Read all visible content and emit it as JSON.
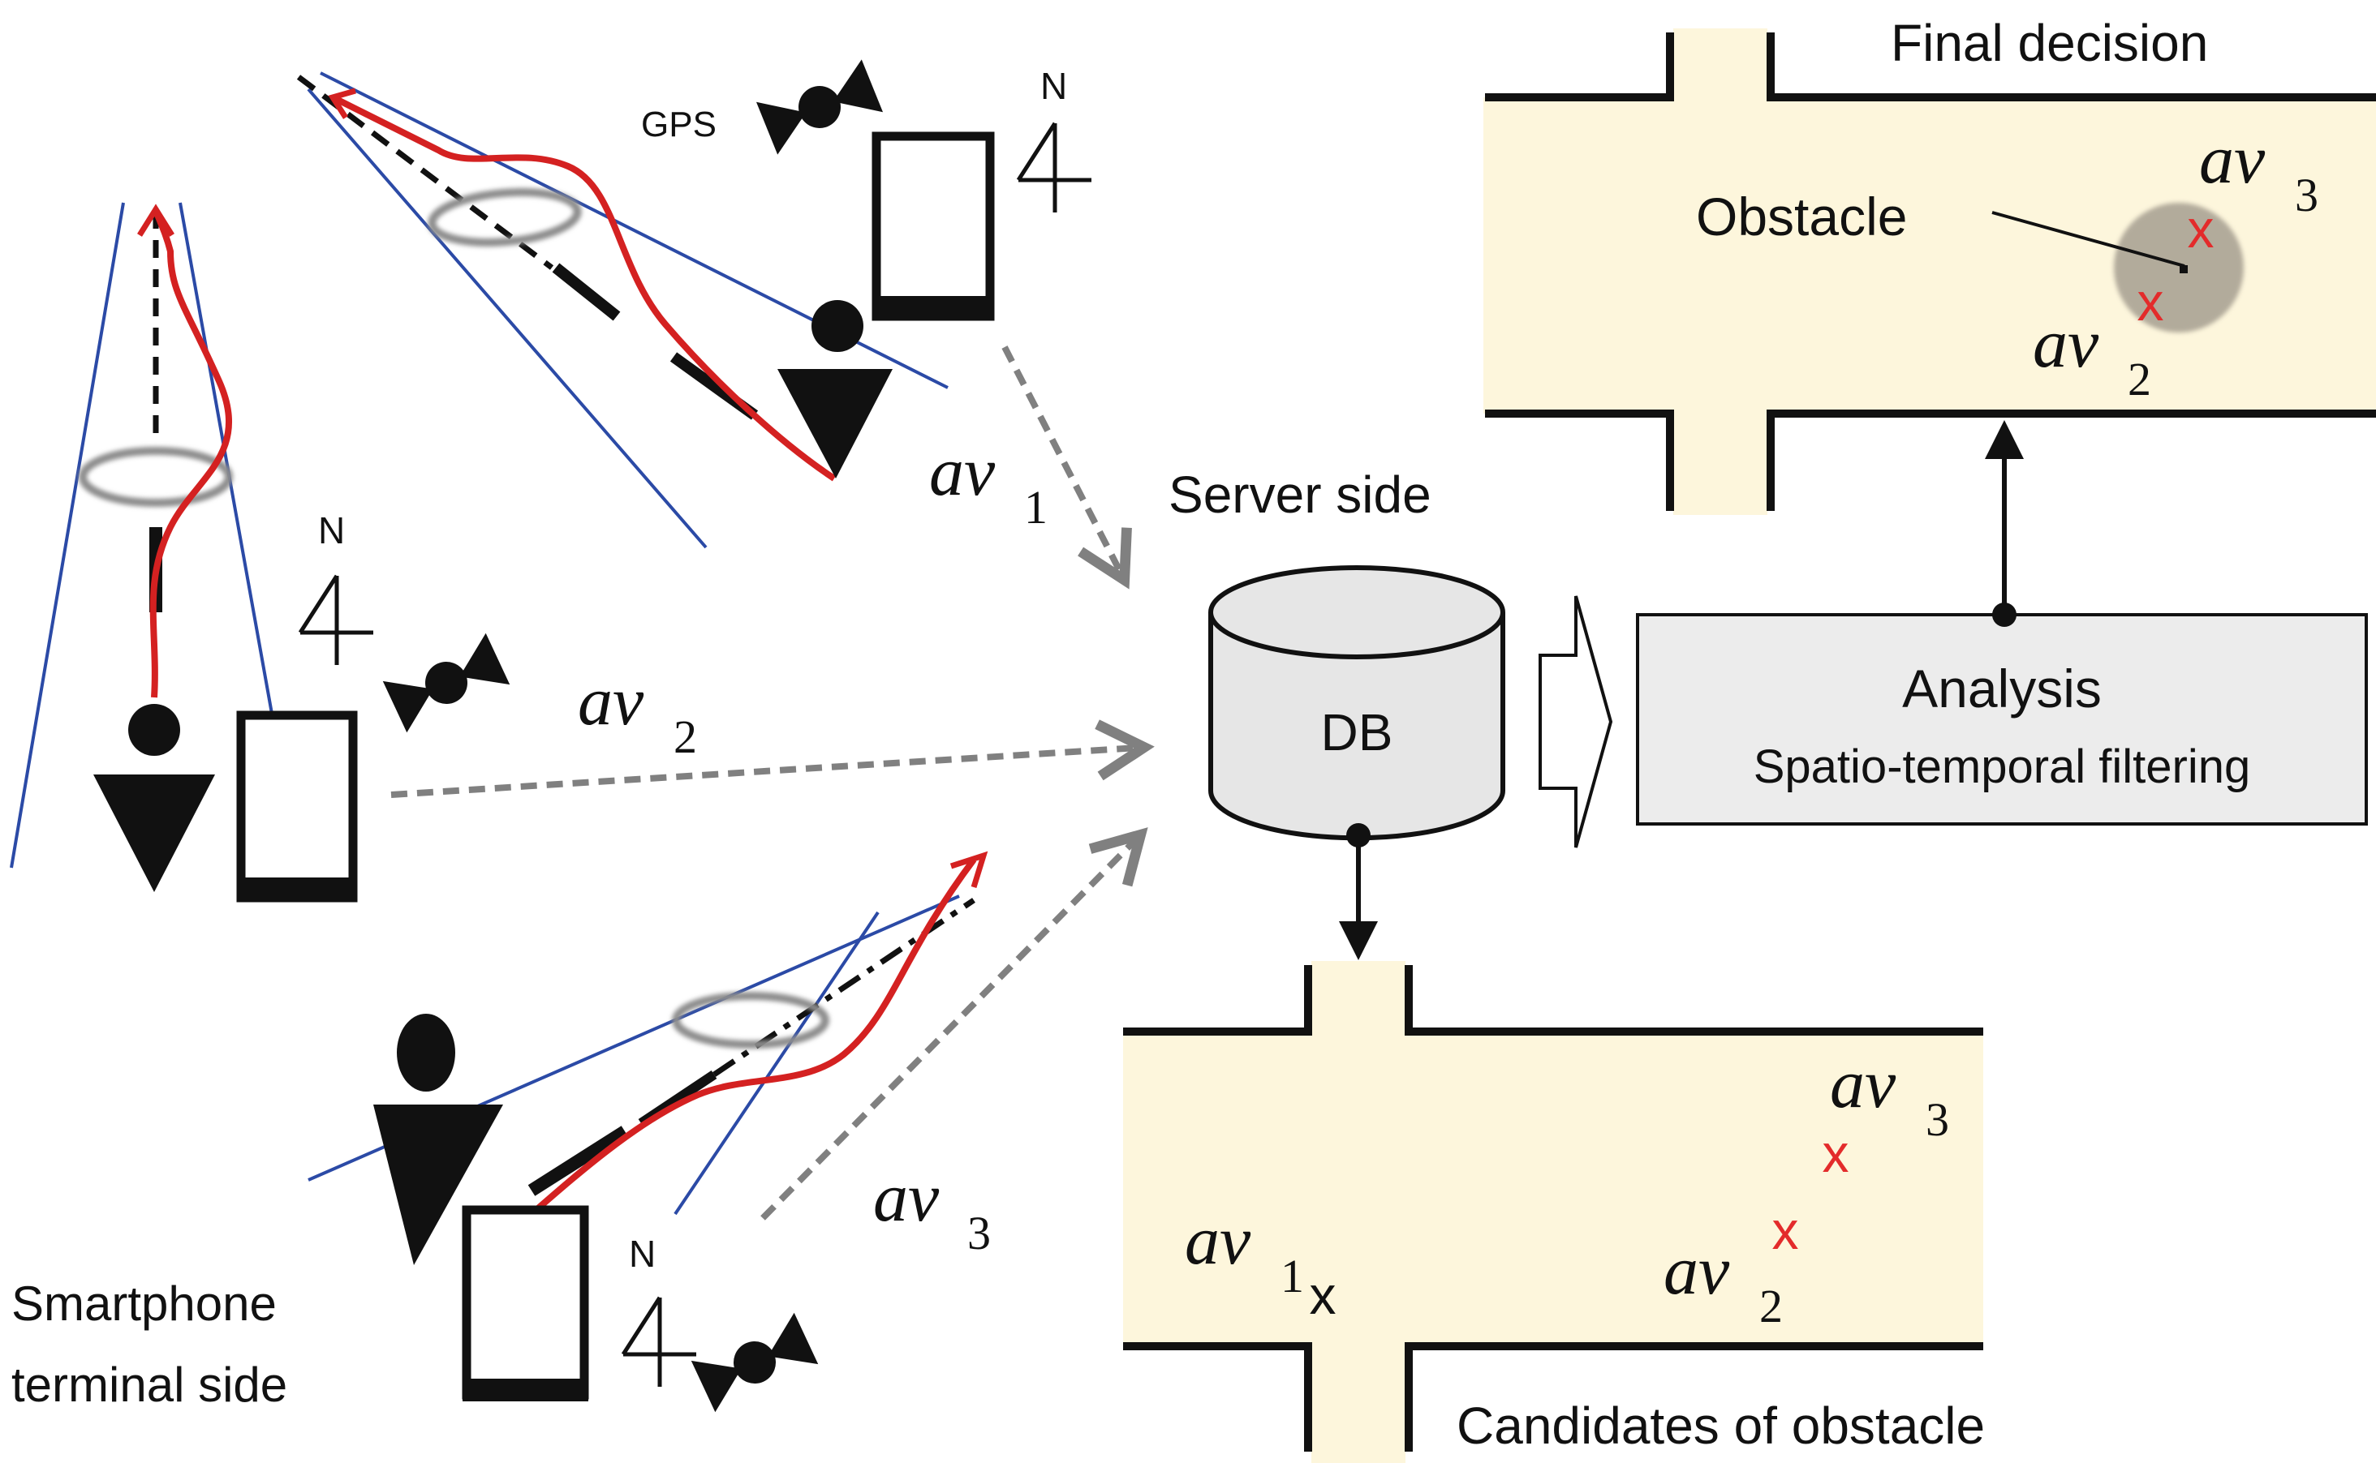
{
  "labels": {
    "gps": "GPS",
    "north": "N",
    "server_side": "Server side",
    "db": "DB",
    "analysis": "Analysis",
    "analysis_sub": "Spatio-temporal filtering",
    "final_decision": "Final decision",
    "obstacle": "Obstacle",
    "candidates": "Candidates of obstacle",
    "smartphone_line1": "Smartphone",
    "smartphone_line2": "terminal side",
    "x_mark": "x"
  },
  "av": {
    "base": "av",
    "s1": "1",
    "s2": "2",
    "s3": "3"
  },
  "colors": {
    "corridor_fill": "#fdf6dc",
    "trajectory": "#d42121",
    "view_lines": "#2b4aa6",
    "dashed_arrow": "#808080",
    "db_fill": "#e6e6e6",
    "analysis_fill": "#ececec",
    "obstacle_fill": "#a59e90",
    "mark_red": "#e32b2b"
  }
}
